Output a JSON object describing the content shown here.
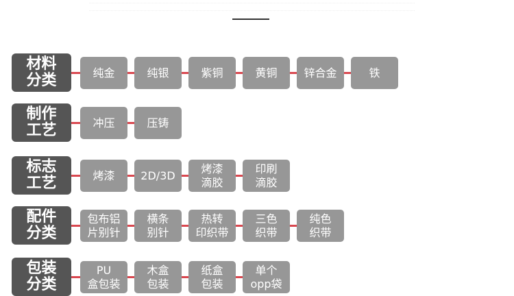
{
  "rows": [
    {
      "category": "材料\n分类",
      "items": [
        "纯金",
        "纯银",
        "紫铜",
        "黄铜",
        "锌合金",
        "铁"
      ]
    },
    {
      "category": "制作\n工艺",
      "items": [
        "冲压",
        "压铸"
      ]
    },
    {
      "category": "标志\n工艺",
      "items": [
        "烤漆",
        "2D/3D",
        "烤漆\n滴胶",
        "印刷\n滴胶"
      ]
    },
    {
      "category": "配件\n分类",
      "items": [
        "包布铝\n片别针",
        "横条\n别针",
        "热转\n印织带",
        "三色\n织带",
        "纯色\n织带"
      ]
    },
    {
      "category": "包装\n分类",
      "items": [
        "PU\n盒包装",
        "木盒\n包装",
        "纸盒\n包装",
        "单个\nopp袋"
      ]
    }
  ]
}
